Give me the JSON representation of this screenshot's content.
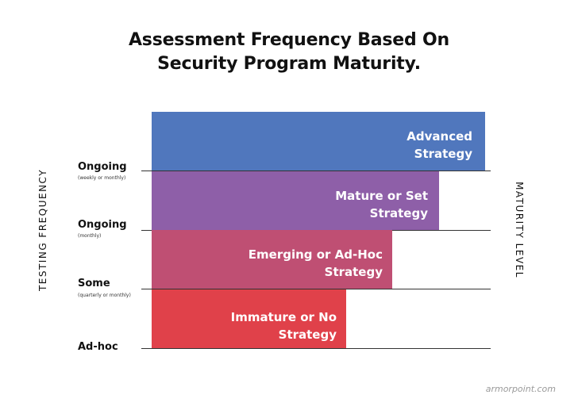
{
  "chart_data": {
    "type": "bar",
    "title_line1": "Assessment Frequency Based On",
    "title_line2": "Security Program Maturity.",
    "ylabel": "TESTING FREQUENCY",
    "y2label": "MATURITY LEVEL",
    "ticks": [
      {
        "main": "Ongoing",
        "sub": "(weekly or monthly)"
      },
      {
        "main": "Ongoing",
        "sub": "(monthly)"
      },
      {
        "main": "Some",
        "sub": "(quarterly or monthly)"
      },
      {
        "main": "Ad-hoc",
        "sub": ""
      }
    ],
    "bars": [
      {
        "label_line1": "Advanced",
        "label_line2": "Strategy",
        "value": 4,
        "color": "#5077BD"
      },
      {
        "label_line1": "Mature or Set",
        "label_line2": "Strategy",
        "value": 3,
        "color": "#8E5FA8"
      },
      {
        "label_line1": "Emerging or Ad-Hoc",
        "label_line2": "Strategy",
        "value": 2,
        "color": "#BF4F73"
      },
      {
        "label_line1": "Immature or No",
        "label_line2": "Strategy",
        "value": 1,
        "color": "#E0414A"
      }
    ]
  },
  "watermark": "armorpoint.com"
}
